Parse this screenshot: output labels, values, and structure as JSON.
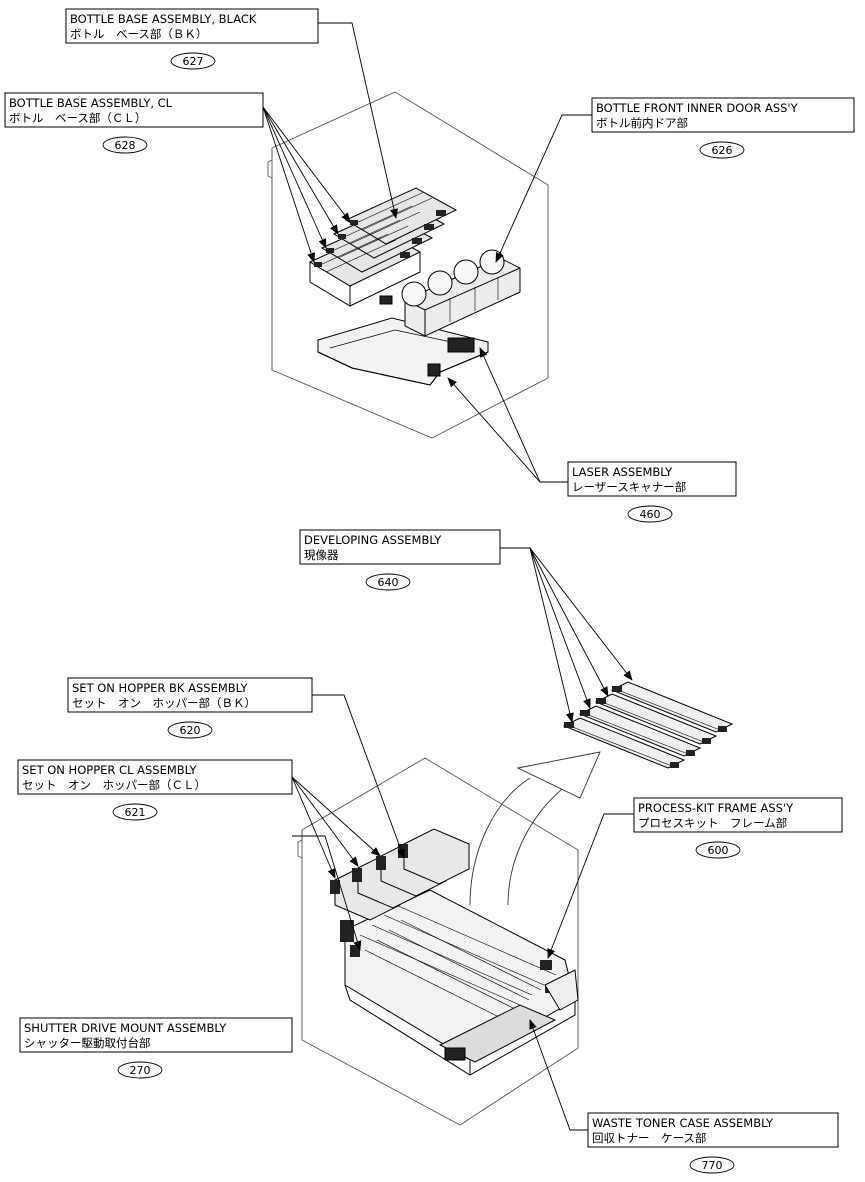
{
  "labels": [
    {
      "id": "627",
      "en": "BOTTLE BASE ASSEMBLY, BLACK",
      "jp": "ボトル　ベース部（ＢＫ）",
      "num": "627"
    },
    {
      "id": "628",
      "en": "BOTTLE BASE ASSEMBLY, CL",
      "jp": "ボトル　ベース部（ＣＬ）",
      "num": "628"
    },
    {
      "id": "626",
      "en": "BOTTLE FRONT INNER DOOR ASS'Y",
      "jp": "ボトル前内ドア部",
      "num": "626"
    },
    {
      "id": "460",
      "en": "LASER ASSEMBLY",
      "jp": "レーザースキャナー部",
      "num": "460"
    },
    {
      "id": "640",
      "en": "DEVELOPING ASSEMBLY",
      "jp": "現像器",
      "num": "640"
    },
    {
      "id": "620",
      "en": "SET ON HOPPER BK ASSEMBLY",
      "jp": "セット　オン　ホッパー部（ＢＫ）",
      "num": "620"
    },
    {
      "id": "621",
      "en": "SET ON HOPPER CL ASSEMBLY",
      "jp": "セット　オン　ホッパー部（ＣＬ）",
      "num": "621"
    },
    {
      "id": "600",
      "en": "PROCESS-KIT FRAME ASS'Y",
      "jp": "プロセスキット　フレーム部",
      "num": "600"
    },
    {
      "id": "270",
      "en": "SHUTTER DRIVE MOUNT ASSEMBLY",
      "jp": "シャッター駆動取付台部",
      "num": "270"
    },
    {
      "id": "770",
      "en": "WASTE TONER CASE ASSEMBLY",
      "jp": "回収トナー　ケース部",
      "num": "770"
    }
  ]
}
